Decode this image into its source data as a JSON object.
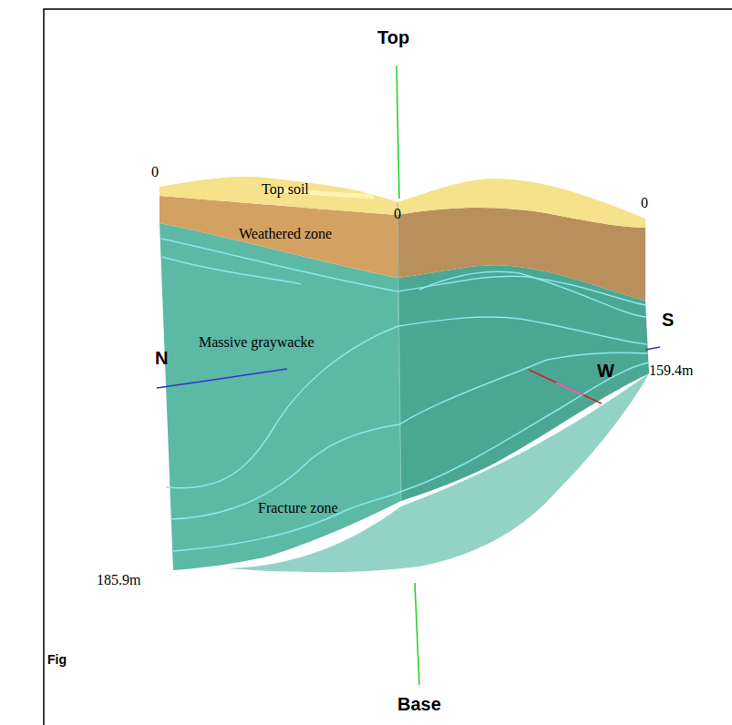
{
  "diagram": {
    "labels": [
      "Top",
      "0",
      "0",
      "0",
      "Top soil",
      "Weathered zone",
      "Massive graywacke",
      "S",
      "N",
      "W",
      "159.4m",
      "Fracture zone",
      "185.9m",
      "Fig",
      "Base"
    ]
  }
}
